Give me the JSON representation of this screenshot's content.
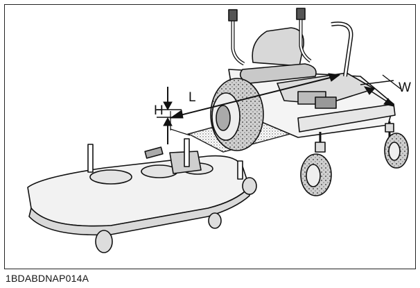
{
  "figure": {
    "code": "1BDABDNAP014A",
    "dimensions": {
      "height_label": "H",
      "length_label": "L",
      "width_label": "W"
    }
  }
}
